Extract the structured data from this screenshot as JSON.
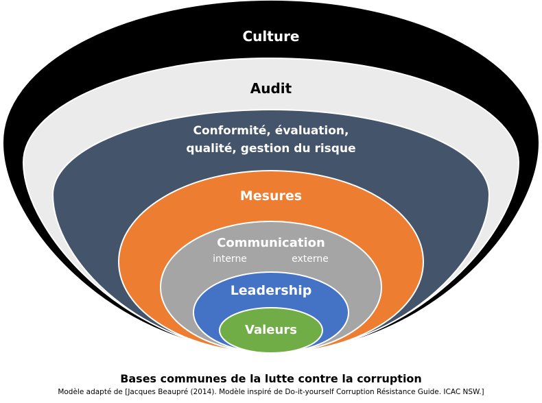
{
  "layers": {
    "culture": {
      "label": "Culture",
      "color": "#000000"
    },
    "audit": {
      "label": "Audit",
      "color": "#ebebeb"
    },
    "conformite": {
      "line1": "Conformité, évaluation,",
      "line2": "qualité, gestion du risque",
      "color": "#44546a"
    },
    "mesures": {
      "label": "Mesures",
      "color": "#ed7d31"
    },
    "communication": {
      "label": "Communication",
      "left": "interne",
      "right": "externe",
      "color": "#a5a5a5"
    },
    "leadership": {
      "label": "Leadership",
      "color": "#4472c4"
    },
    "valeurs": {
      "label": "Valeurs",
      "color": "#70ad47"
    }
  },
  "caption": {
    "title": "Bases communes de la lutte contre la corruption",
    "source": "Modèle adapté de [Jacques Beaupré (2014). Modèle inspiré de Do-it-yourself Corruption Résistance Guide. ICAC NSW.]"
  }
}
